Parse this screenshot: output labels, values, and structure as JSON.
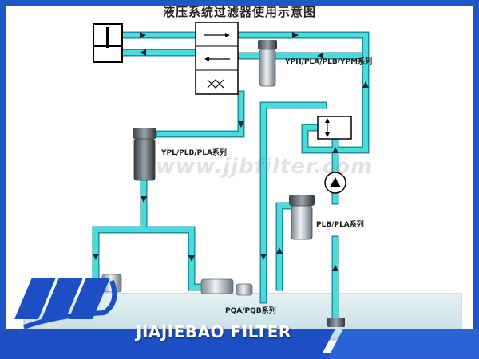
{
  "diagram": {
    "title": "液压系统过滤器使用示意图",
    "labels": {
      "top_filter": "YPH/PLA/PLB/YPM系列",
      "left_filter": "YPL/PLB/PLA系列",
      "right_filter": "PLB/PLA系列",
      "tank_filter": "PQA/PQB系列"
    },
    "watermark": "www.jjbfilter.com",
    "brand": "JIAJIEBAO FILTER",
    "colors": {
      "pipe": "#49dcdc",
      "pipe_edge": "#1d8fa0",
      "background": "#ffffff",
      "frame": "#1f57c8",
      "logo": "#1d4fc4"
    }
  }
}
